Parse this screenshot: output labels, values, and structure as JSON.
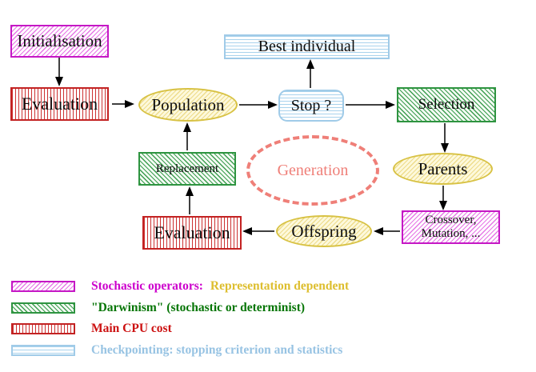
{
  "nodes": {
    "initialisation": "Initialisation",
    "evaluation_top": "Evaluation",
    "population": "Population",
    "best_individual": "Best individual",
    "stop": "Stop ?",
    "selection": "Selection",
    "replacement": "Replacement",
    "generation": "Generation",
    "parents": "Parents",
    "offspring": "Offspring",
    "evaluation_bottom": "Evaluation",
    "crossover_line1": "Crossover,",
    "crossover_line2": "Mutation, ..."
  },
  "legend": {
    "row1_label": "Stochastic operators:",
    "row1_value": "Representation dependent",
    "row2_label": "\"Darwinism\" (stochastic or determinist)",
    "row3_label": "Main CPU cost",
    "row4_label": "Checkpointing: stopping criterion and statistics"
  },
  "colors": {
    "magenta": "#cc00cc",
    "gold": "#ddbe2e",
    "dark_green": "#067506",
    "green_border": "#2e9440",
    "red": "#cc1111",
    "red_border": "#c32222",
    "light_blue": "#97c3e3",
    "cyan_border": "#a0cbe8",
    "salmon": "#ef7f78",
    "yellow_border": "#d8c244",
    "yellow_fill": "#fdf9dc",
    "arrow_black": "#000000"
  }
}
